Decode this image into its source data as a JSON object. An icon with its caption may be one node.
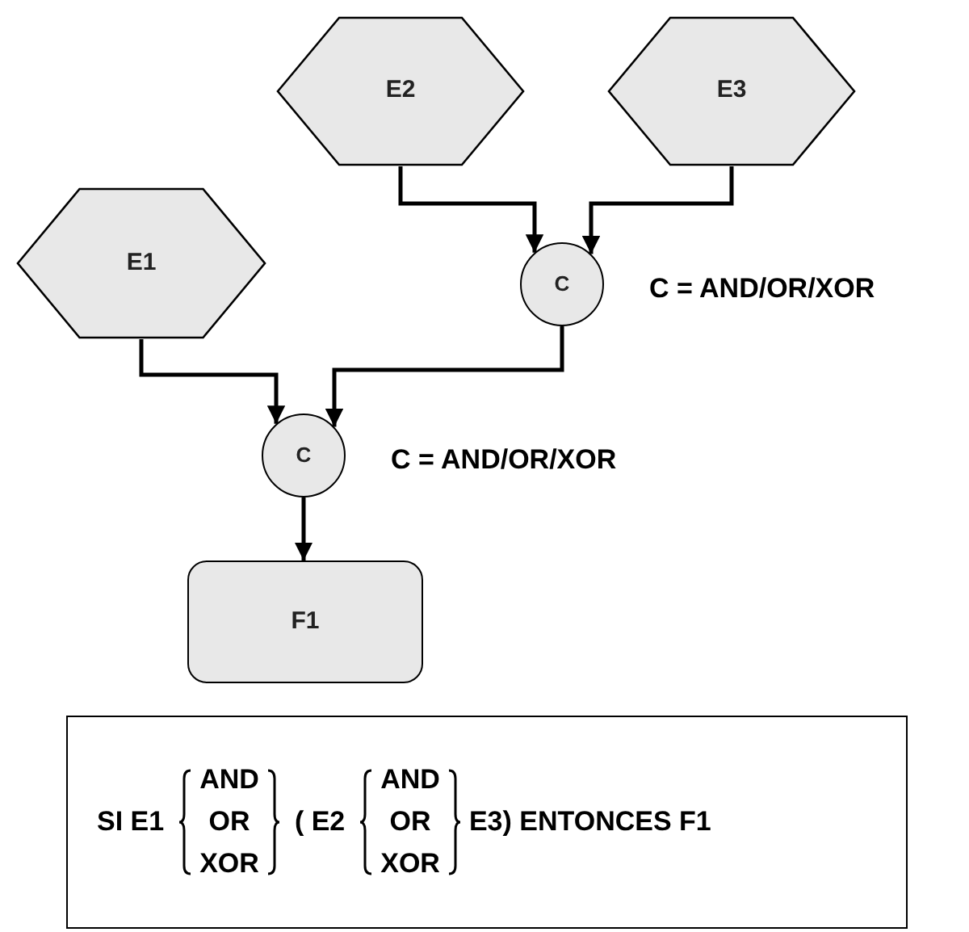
{
  "diagram": {
    "nodes": [
      {
        "text": [
          "E2"
        ]
      },
      {
        "text": [
          "E3"
        ]
      },
      {
        "text": [
          "E1"
        ]
      },
      {
        "text": [
          "C"
        ],
        "beside": [
          "C = AND/OR/XOR"
        ]
      },
      {
        "text": [
          "C"
        ],
        "beside": [
          "C = AND/OR/XOR"
        ]
      },
      {
        "text": [
          "F1"
        ]
      },
      {
        "text": [
          "SI E1",
          "AND",
          "OR",
          "XOR",
          "( E2",
          "AND",
          "OR",
          "XOR",
          "E3) ENTONCES F1"
        ]
      }
    ],
    "edges": [
      {
        "from": 0,
        "to": 3,
        "arrow": "to"
      },
      {
        "from": 1,
        "to": 3,
        "arrow": "to"
      },
      {
        "from": 2,
        "to": 4,
        "arrow": "to"
      },
      {
        "from": 3,
        "to": 4,
        "arrow": "to"
      },
      {
        "from": 4,
        "to": 5,
        "arrow": "to"
      }
    ]
  }
}
